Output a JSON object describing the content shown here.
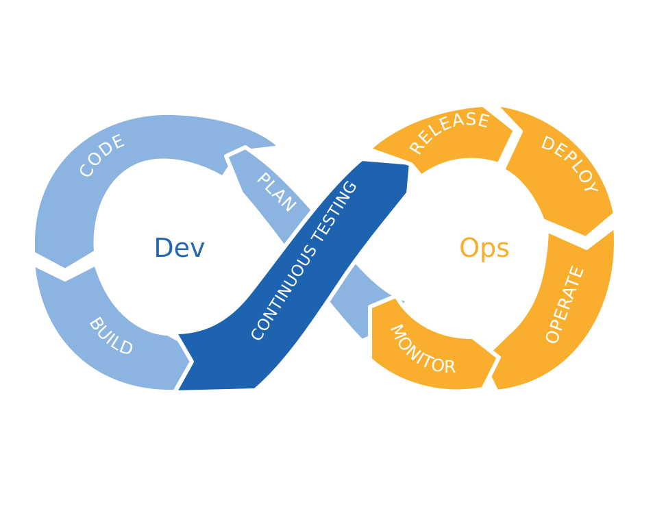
{
  "diagram": {
    "dev": {
      "label": "Dev",
      "color": "#2566B0",
      "stage_color": "#8CB4E1",
      "stages": [
        "CODE",
        "BUILD",
        "PLAN"
      ]
    },
    "testing": {
      "label": "CONTINUOUS TESTING",
      "color": "#1E63B0"
    },
    "ops": {
      "label": "Ops",
      "color": "#F6AE2B",
      "stage_color": "#F9AE2E",
      "stages": [
        "RELEASE",
        "DEPLOY",
        "OPERATE",
        "MONITOR"
      ]
    },
    "gap_color": "#FFFFFF"
  }
}
